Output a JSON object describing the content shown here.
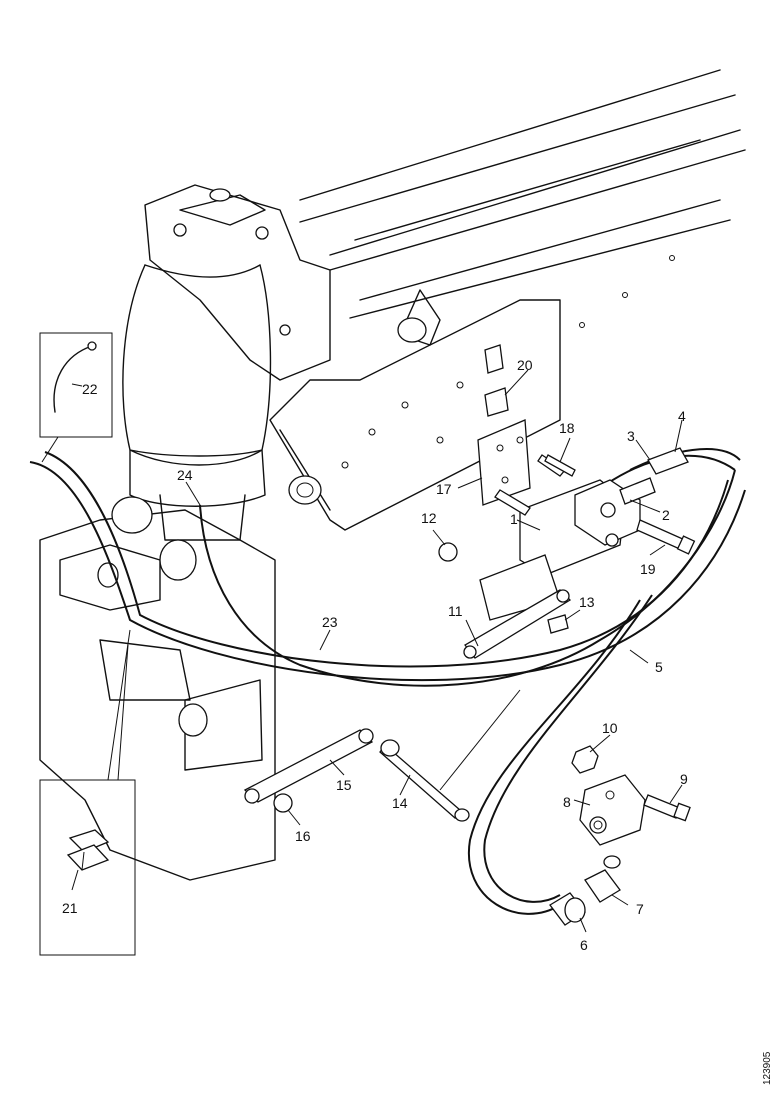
{
  "callouts": [
    "1",
    "2",
    "3",
    "4",
    "5",
    "6",
    "7",
    "8",
    "9",
    "10",
    "11",
    "12",
    "13",
    "14",
    "15",
    "16",
    "17",
    "18",
    "19",
    "20",
    "21",
    "22",
    "23",
    "24"
  ],
  "reference": "123905"
}
